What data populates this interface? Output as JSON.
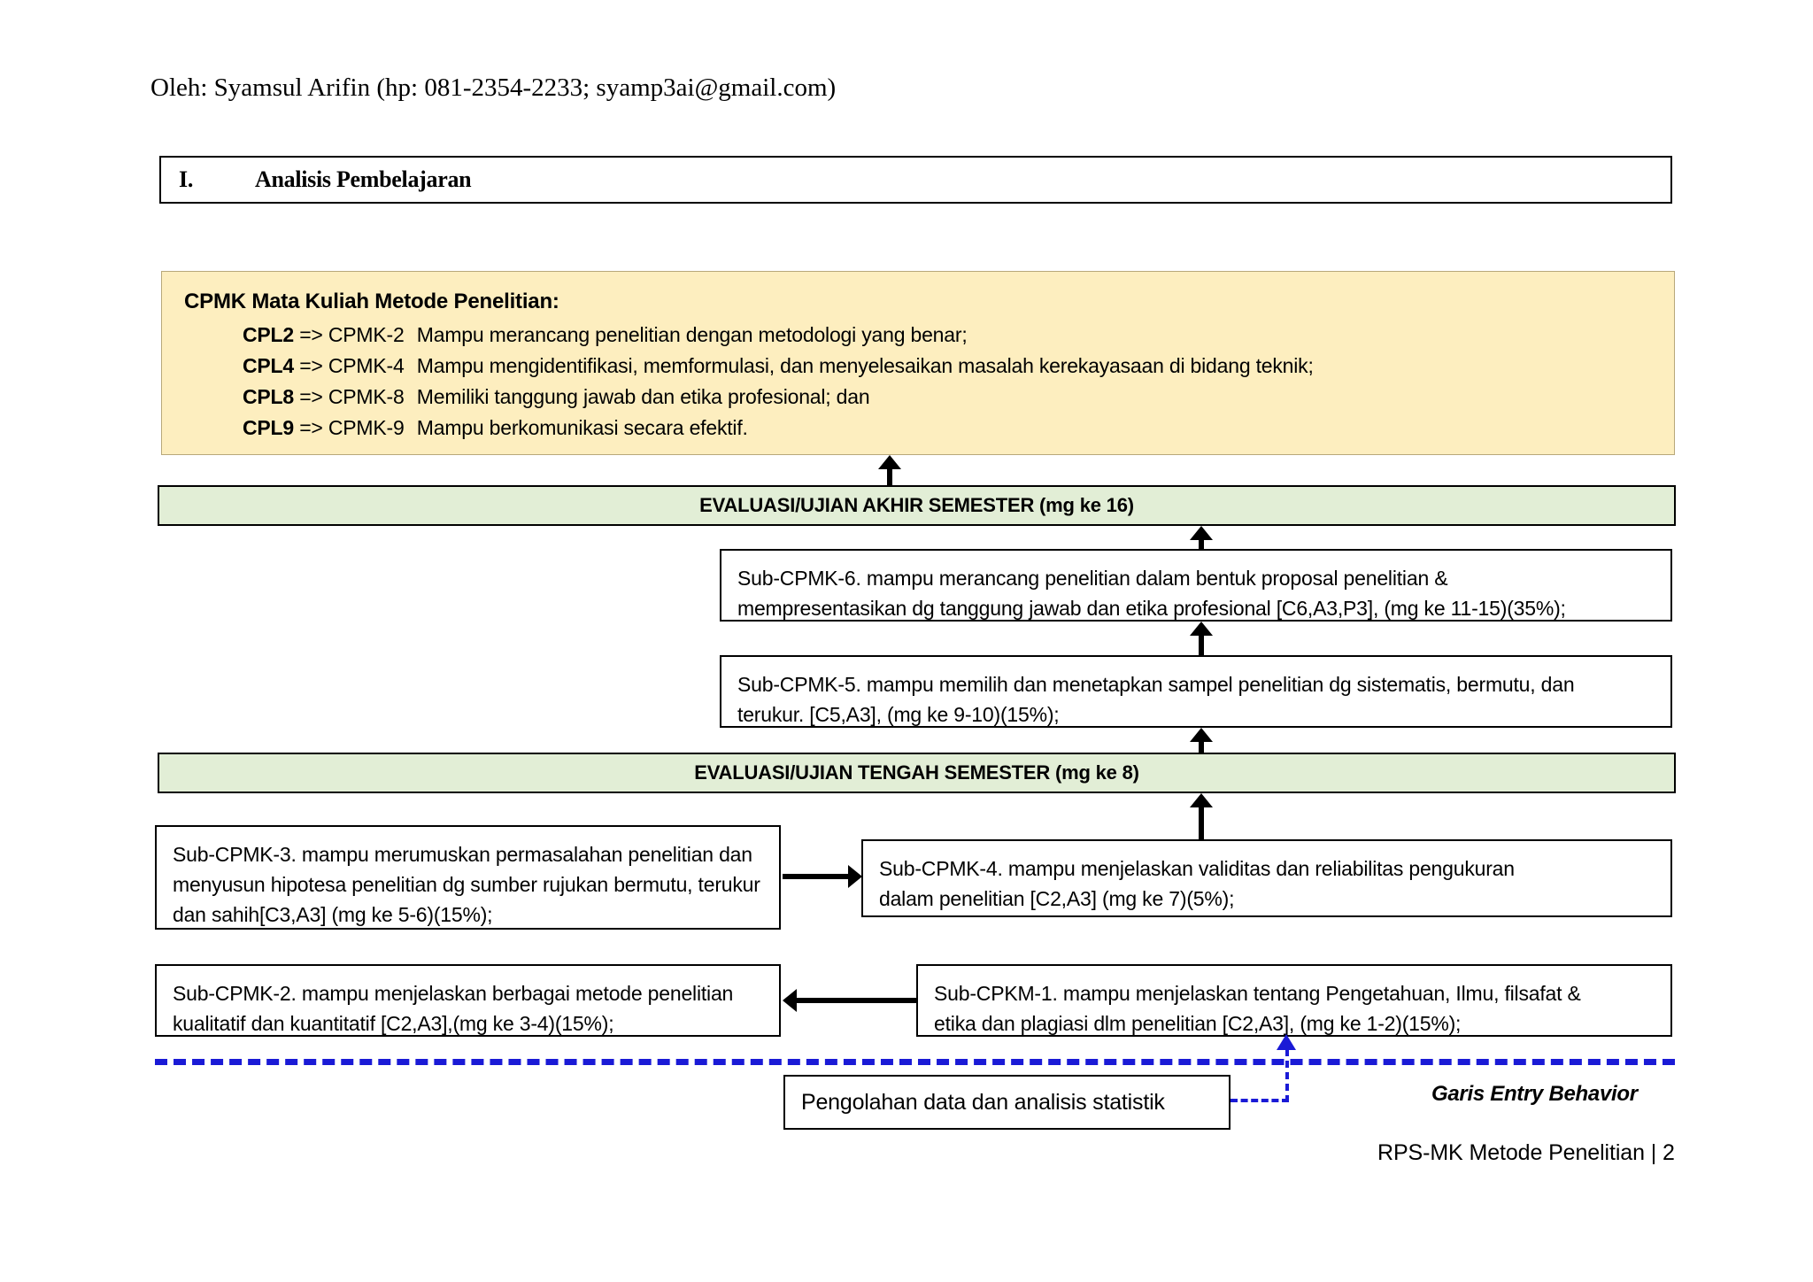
{
  "document": {
    "byline": "Oleh: Syamsul Arifin (hp: 081-2354-2233; syamp3ai@gmail.com)",
    "footer": "RPS-MK Metode Penelitian | 2"
  },
  "section": {
    "number": "I.",
    "title": "Analisis Pembelajaran"
  },
  "cpmk_panel": {
    "title": "CPMK Mata Kuliah Metode Penelitian:",
    "background_color": "#fdeebf",
    "rows": [
      {
        "cpl": "CPL2",
        "arrow": "=>",
        "cpmk": "CPMK-2",
        "text": "Mampu merancang penelitian dengan metodologi yang benar;"
      },
      {
        "cpl": "CPL4",
        "arrow": "=>",
        "cpmk": "CPMK-4",
        "text": "Mampu mengidentifikasi, memformulasi, dan menyelesaikan masalah kerekayasaan di bidang teknik;"
      },
      {
        "cpl": "CPL8",
        "arrow": "=>",
        "cpmk": "CPMK-8",
        "text": "Memiliki tanggung jawab dan etika profesional; dan"
      },
      {
        "cpl": "CPL9",
        "arrow": "=>",
        "cpmk": "CPMK-9",
        "text": "Mampu berkomunikasi secara efektif."
      }
    ]
  },
  "evaluations": {
    "akhir_semester": "EVALUASI/UJIAN AKHIR SEMESTER (mg ke 16)",
    "tengah_semester": "EVALUASI/UJIAN TENGAH SEMESTER (mg ke 8)",
    "background_color": "#e2eed6"
  },
  "sub_cpmk": {
    "b6_line1": "Sub-CPMK-6. mampu merancang penelitian dalam bentuk proposal penelitian &",
    "b6_line2": "mempresentasikan dg tanggung jawab dan etika profesional [C6,A3,P3], (mg ke 11-15)(35%);",
    "b5_line1": "Sub-CPMK-5. mampu memilih dan menetapkan sampel penelitian dg sistematis, bermutu, dan",
    "b5_line2": "terukur. [C5,A3], (mg ke 9-10)(15%);",
    "b3_line1": "Sub-CPMK-3. mampu merumuskan permasalahan penelitian dan",
    "b3_line2": "menyusun hipotesa penelitian dg sumber rujukan bermutu, terukur",
    "b3_line3": "dan sahih[C3,A3] (mg ke 5-6)(15%);",
    "b4_line1": "Sub-CPMK-4. mampu menjelaskan validitas dan reliabilitas pengukuran",
    "b4_line2": "dalam penelitian [C2,A3] (mg ke 7)(5%);",
    "b2_line1": "Sub-CPMK-2. mampu menjelaskan berbagai metode penelitian",
    "b2_line2": "kualitatif dan kuantitatif [C2,A3],(mg ke 3-4)(15%);",
    "b1_line1": "Sub-CPKM-1. mampu menjelaskan tentang Pengetahuan, Ilmu, filsafat &",
    "b1_line2": "etika dan plagiasi dlm penelitian [C2,A3], (mg ke 1-2)(15%);"
  },
  "entry_behavior": {
    "label": "Garis Entry Behavior",
    "line_color": "#1a1ad6",
    "prerequisite_box": "Pengolahan data dan analisis statistik"
  }
}
